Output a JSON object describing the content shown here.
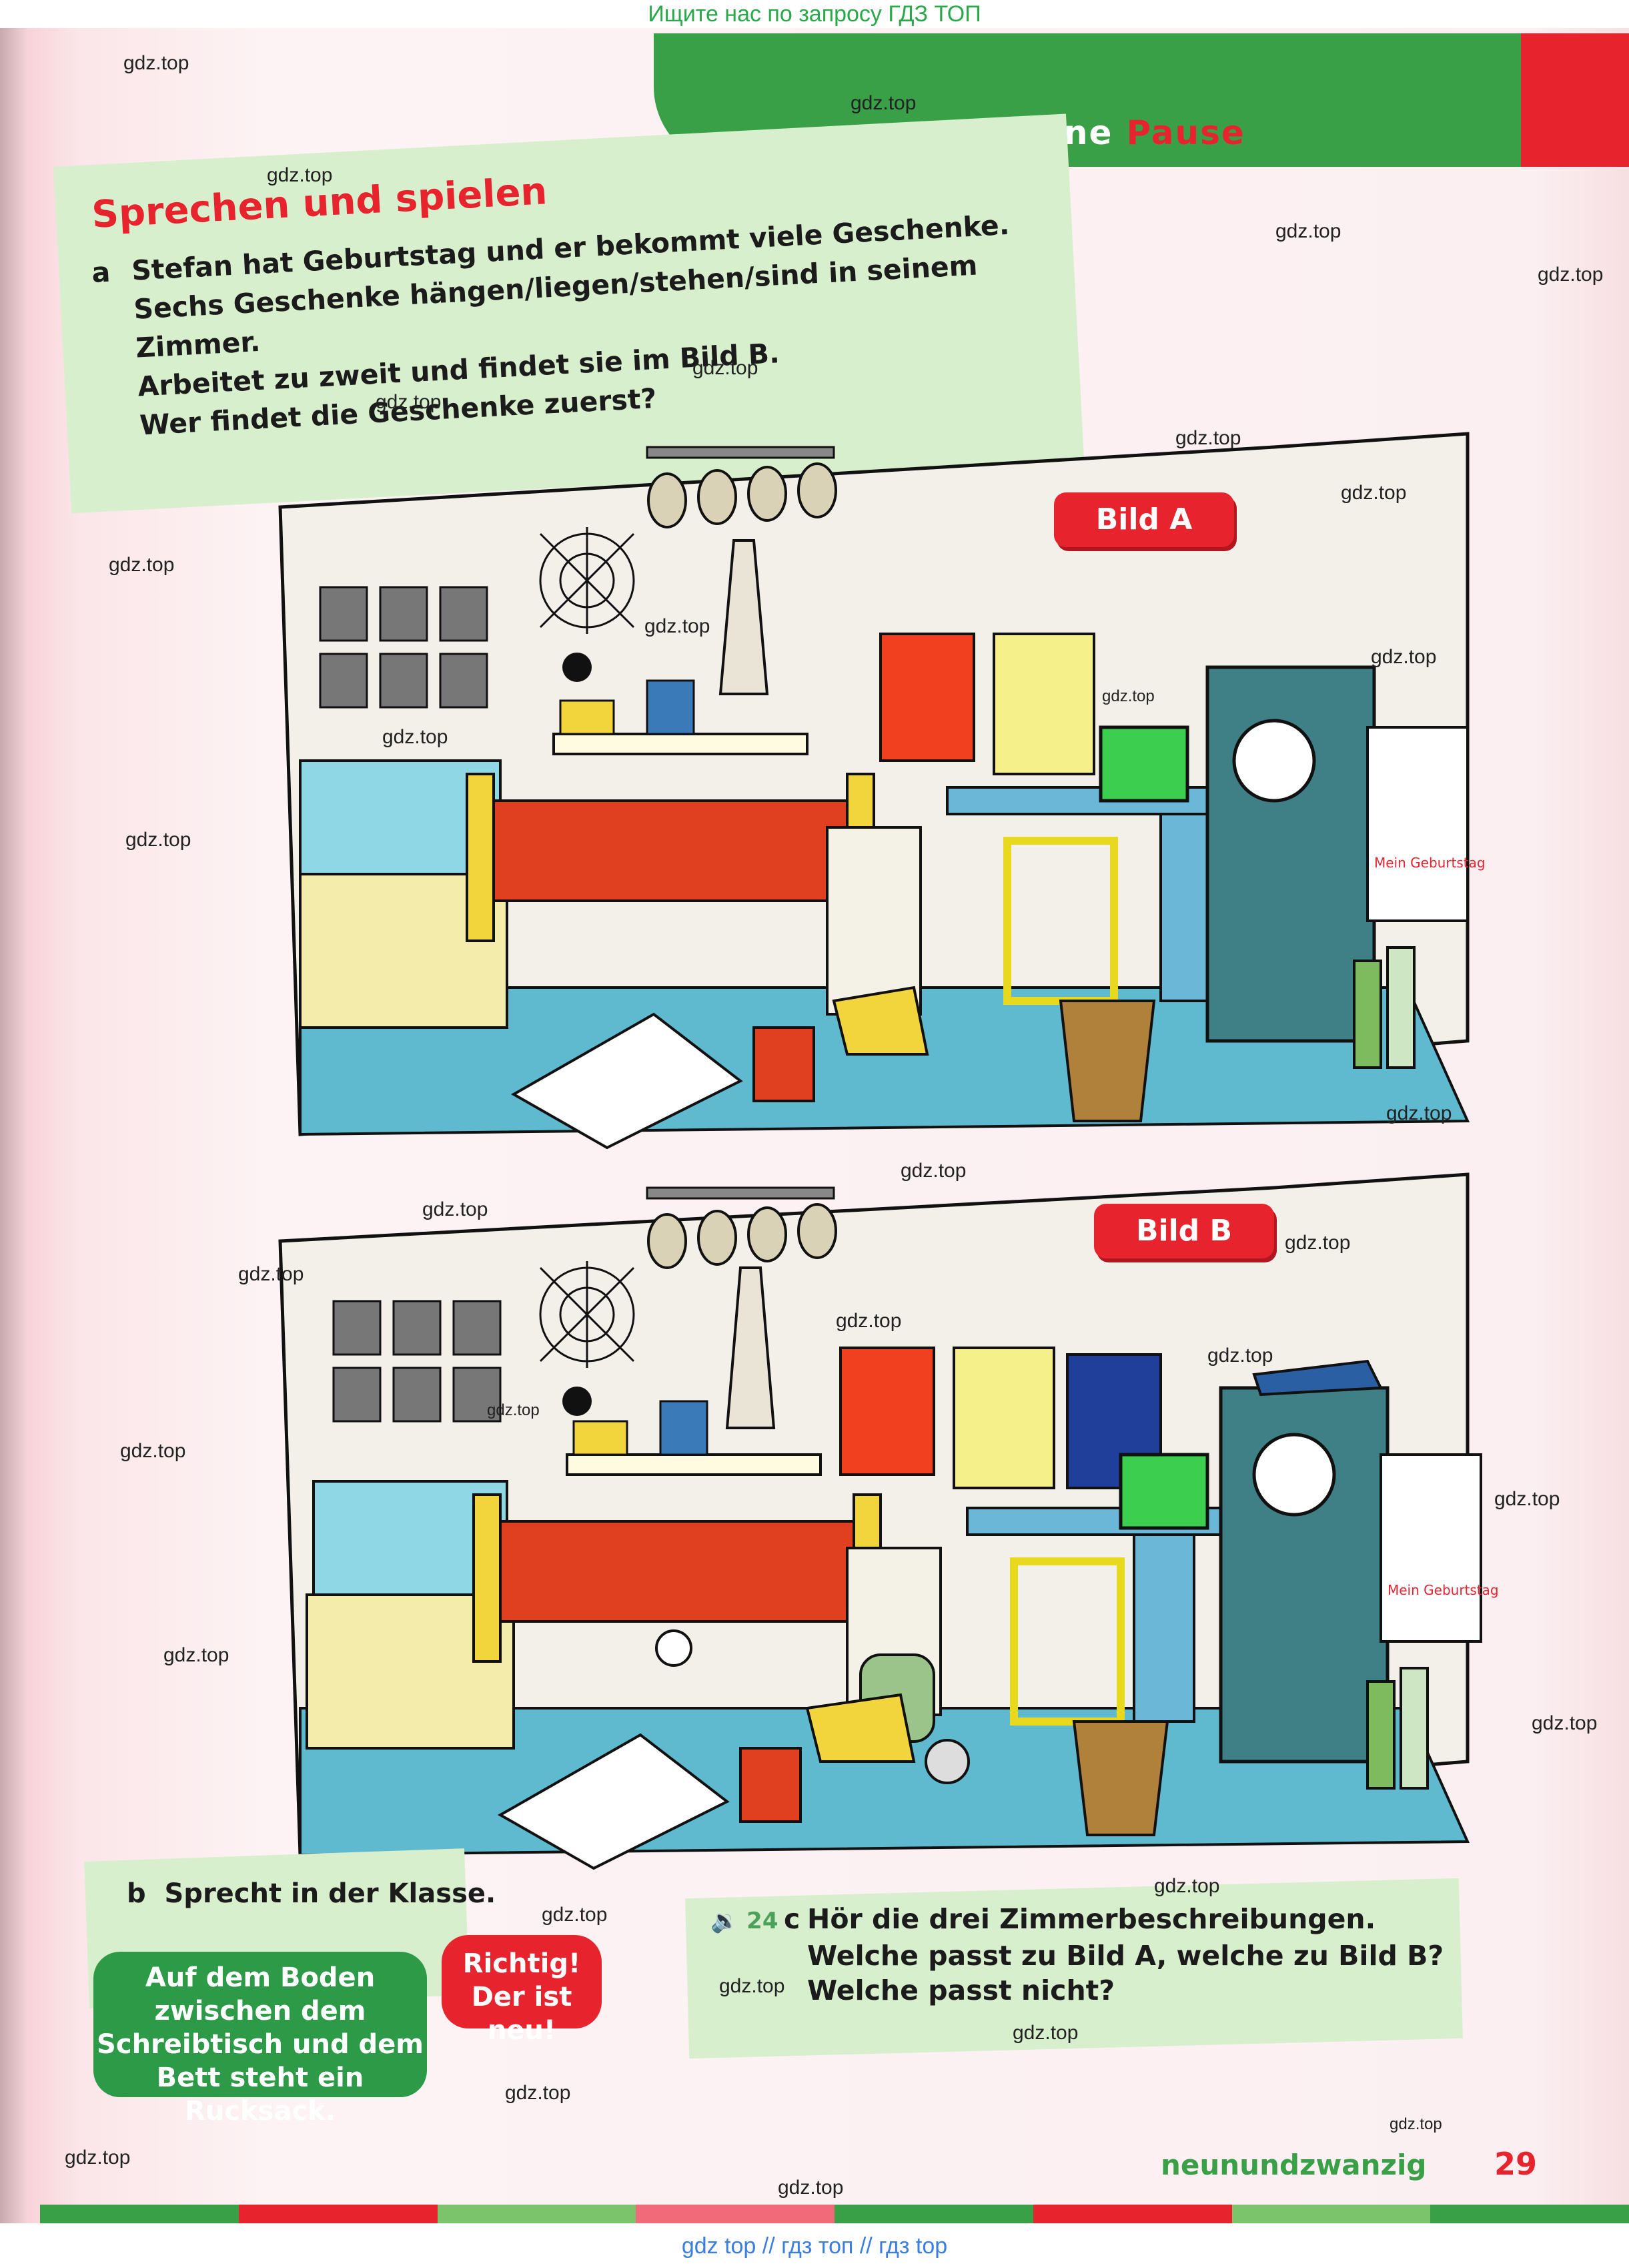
{
  "header_notice": "Ищите нас по запросу ГДЗ ТОП",
  "footer_notice": "gdz top  //  гдз топ  //  гдз top",
  "banner": {
    "word1": "Kleine",
    "word2": "Pause"
  },
  "section_a": {
    "heading": "Sprechen und spielen",
    "letter": "a",
    "lines": [
      "Stefan hat Geburtstag und er bekommt viele Geschenke.",
      "Sechs Geschenke hängen/liegen/stehen/sind in seinem Zimmer.",
      "Arbeitet zu zweit und findet sie im Bild B.",
      "Wer findet die Geschenke zuerst?"
    ]
  },
  "picture_a": {
    "label": "Bild A",
    "calendar_text": "Mein Geburtstag"
  },
  "picture_b": {
    "label": "Bild B",
    "calendar_text": "Mein Geburtstag"
  },
  "section_b": {
    "letter": "b",
    "instruction": "Sprecht in der Klasse.",
    "bubble_green": [
      "Auf dem Boden",
      "zwischen dem",
      "Schreibtisch und dem",
      "Bett steht ein Rucksack."
    ],
    "bubble_red": [
      "Richtig!",
      "Der ist neu!"
    ]
  },
  "section_c": {
    "track": "24",
    "letter": "c",
    "lines": [
      "Hör die drei Zimmerbeschreibungen.",
      "Welche passt zu Bild A, welche zu Bild B?",
      "Welche passt nicht?"
    ]
  },
  "footer": {
    "page_word": "neunundzwanzig",
    "page_number": "29"
  },
  "watermark": "gdz.top",
  "colors": {
    "green": "#3aa048",
    "red": "#e7242e",
    "note_green": "#d7efcd"
  }
}
